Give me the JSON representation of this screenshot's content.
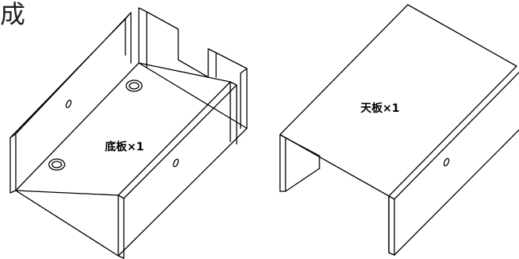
{
  "heading": "成",
  "parts": {
    "bottom_plate": {
      "label": "底板×1"
    },
    "top_plate": {
      "label": "天板×1"
    }
  },
  "colors": {
    "line": "#000000",
    "background": "#ffffff"
  }
}
